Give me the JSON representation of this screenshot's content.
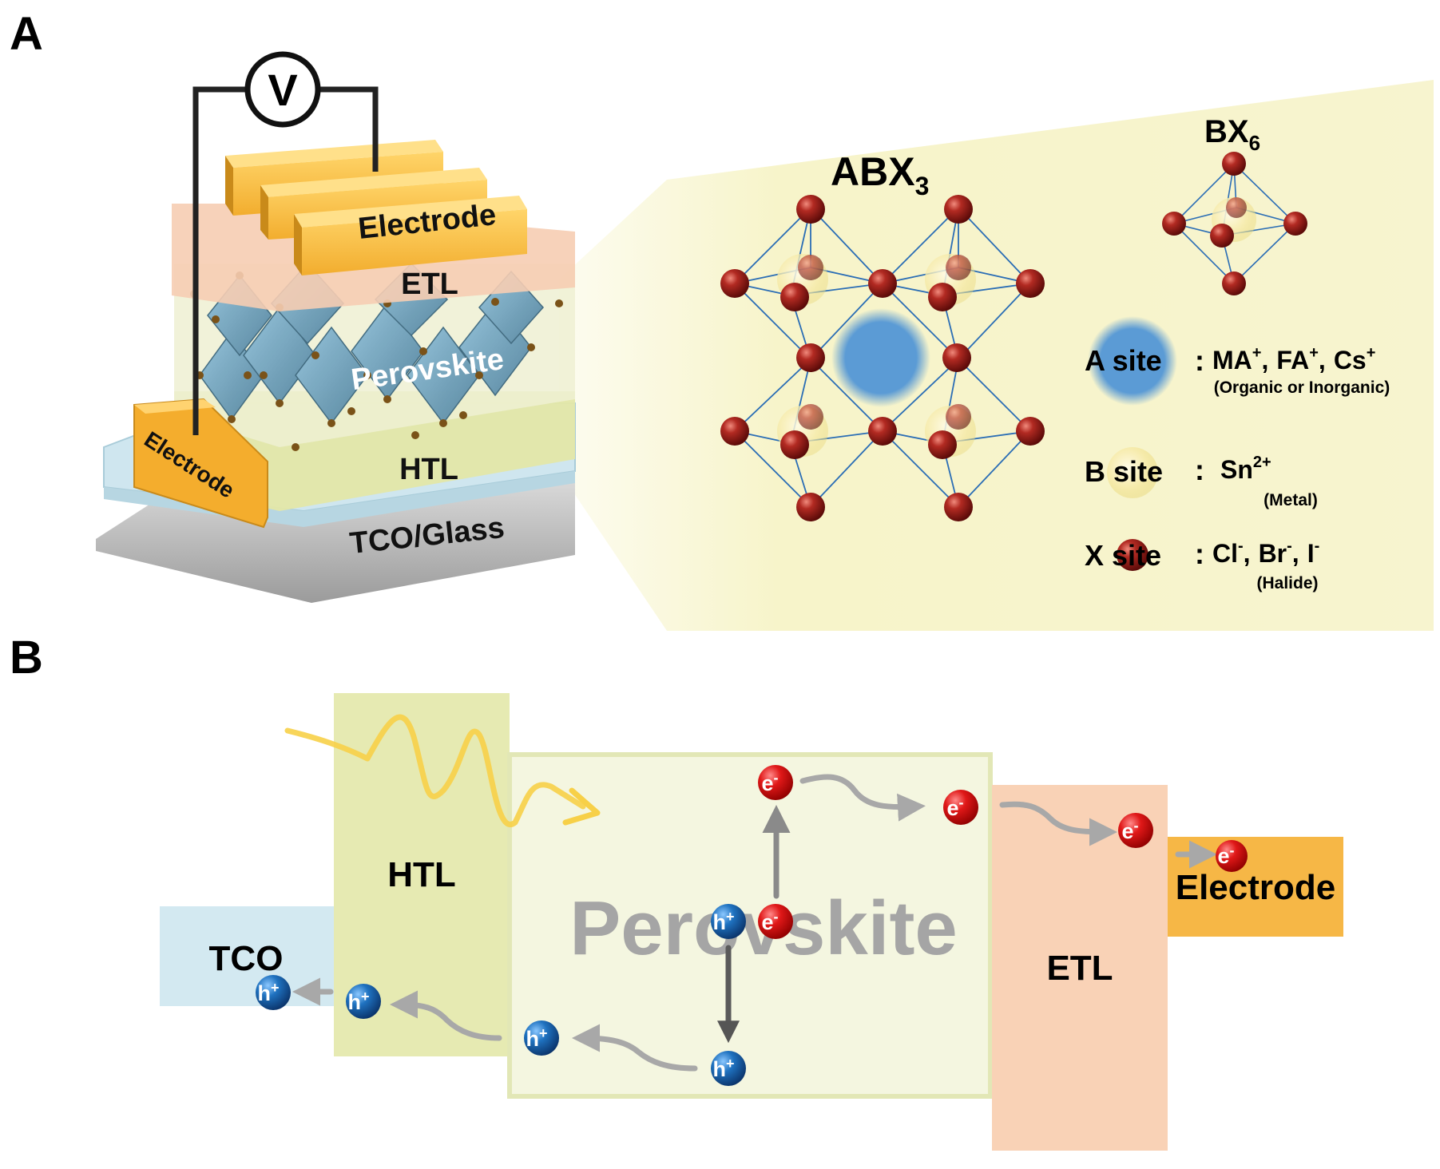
{
  "panels": {
    "a": {
      "letter": "A"
    },
    "b": {
      "letter": "B"
    }
  },
  "device": {
    "voltmeter": "V",
    "top_electrode": "Electrode",
    "etl": "ETL",
    "perovskite": "Perovskite",
    "htl": "HTL",
    "bottom_electrode": "Electrode",
    "substrate": "TCO/Glass"
  },
  "lattice": {
    "abx3": {
      "main": "ABX",
      "sub": "3"
    },
    "bx6": {
      "main": "BX",
      "sub": "6"
    },
    "a_site": {
      "label": "A site",
      "colon": ":",
      "ions": [
        {
          "base": "MA",
          "sup": "+",
          "sep": ","
        },
        {
          "base": "FA",
          "sup": "+",
          "sep": ","
        },
        {
          "base": "Cs",
          "sup": "+",
          "sep": ""
        }
      ],
      "note": "(Organic or Inorganic)"
    },
    "b_site": {
      "label": "B site",
      "colon": ":",
      "ions": [
        {
          "base": "Sn",
          "sup": "2+",
          "sep": ""
        }
      ],
      "note": "(Metal)"
    },
    "x_site": {
      "label": "X site",
      "colon": ":",
      "ions": [
        {
          "base": "Cl",
          "sup": "-",
          "sep": ","
        },
        {
          "base": "Br",
          "sup": "-",
          "sep": ","
        },
        {
          "base": "I",
          "sup": "-",
          "sep": ""
        }
      ],
      "note": "(Halide)"
    }
  },
  "band_diagram": {
    "tco": "TCO",
    "htl": "HTL",
    "perovskite": "Perovskite",
    "etl": "ETL",
    "electrode": "Electrode",
    "electron": {
      "symbol": "e",
      "charge": "-"
    },
    "hole": {
      "symbol": "h",
      "charge": "+"
    }
  },
  "colors": {
    "electrode": "#f5b335",
    "etl": "#f9d2b6",
    "htl": "#e6eab2",
    "tco": "#d3e9f1",
    "perovskite_band": "#f4f6e0",
    "octahedron": "#6a9ab6",
    "halide": "#9b1c17",
    "a_site": "#5b9bd5",
    "electron": "#d51515",
    "hole": "#1b6db6",
    "light": "#f7d048"
  }
}
